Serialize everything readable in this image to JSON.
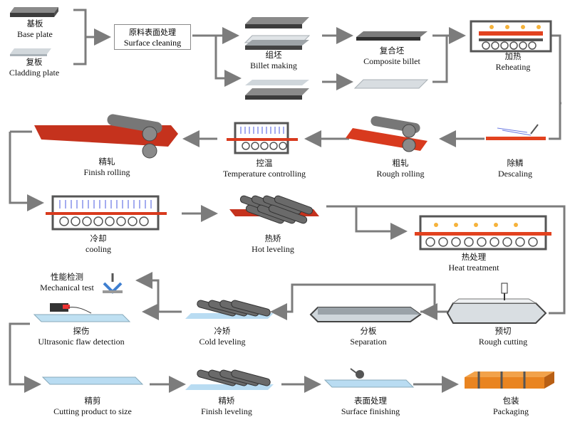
{
  "colors": {
    "line": "#7c7c7c",
    "hot": "#d83a1e",
    "steel": "#555555",
    "light_plate": "#cfd6dc",
    "blue_plate": "#b9dcf2",
    "pack": "#ec8a25"
  },
  "steps": {
    "base_plate": {
      "zh": "基板",
      "en": "Base plate"
    },
    "cladding_plate": {
      "zh": "复板",
      "en": "Cladding plate"
    },
    "surface_cleaning": {
      "zh": "原料表面处理",
      "en": "Surface cleaning"
    },
    "billet_making": {
      "zh": "组坯",
      "en": "Billet making"
    },
    "composite_billet": {
      "zh": "复合坯",
      "en": "Composite billet"
    },
    "reheating": {
      "zh": "加热",
      "en": "Reheating"
    },
    "descaling": {
      "zh": "除鳞",
      "en": "Descaling"
    },
    "rough_rolling": {
      "zh": "粗轧",
      "en": "Rough rolling"
    },
    "temperature_controlling": {
      "zh": "控温",
      "en": "Temperature controlling"
    },
    "finish_rolling": {
      "zh": "精轧",
      "en": "Finish rolling"
    },
    "cooling": {
      "zh": "冷却",
      "en": "cooling"
    },
    "hot_leveling": {
      "zh": "热矫",
      "en": "Hot leveling"
    },
    "heat_treatment": {
      "zh": "热处理",
      "en": "Heat treatment"
    },
    "mechanical_test": {
      "zh": "性能检测",
      "en": "Mechanical test"
    },
    "ultrasonic": {
      "zh": "探伤",
      "en": "Ultrasonic flaw detection"
    },
    "cold_leveling": {
      "zh": "冷矫",
      "en": "Cold leveling"
    },
    "separation": {
      "zh": "分板",
      "en": "Separation"
    },
    "rough_cutting": {
      "zh": "预切",
      "en": "Rough cutting"
    },
    "cutting_to_size": {
      "zh": "精剪",
      "en": "Cutting product to size"
    },
    "finish_leveling": {
      "zh": "精矫",
      "en": "Finish leveling"
    },
    "surface_finishing": {
      "zh": "表面处理",
      "en": "Surface finishing"
    },
    "packaging": {
      "zh": "包装",
      "en": "Packaging"
    }
  }
}
